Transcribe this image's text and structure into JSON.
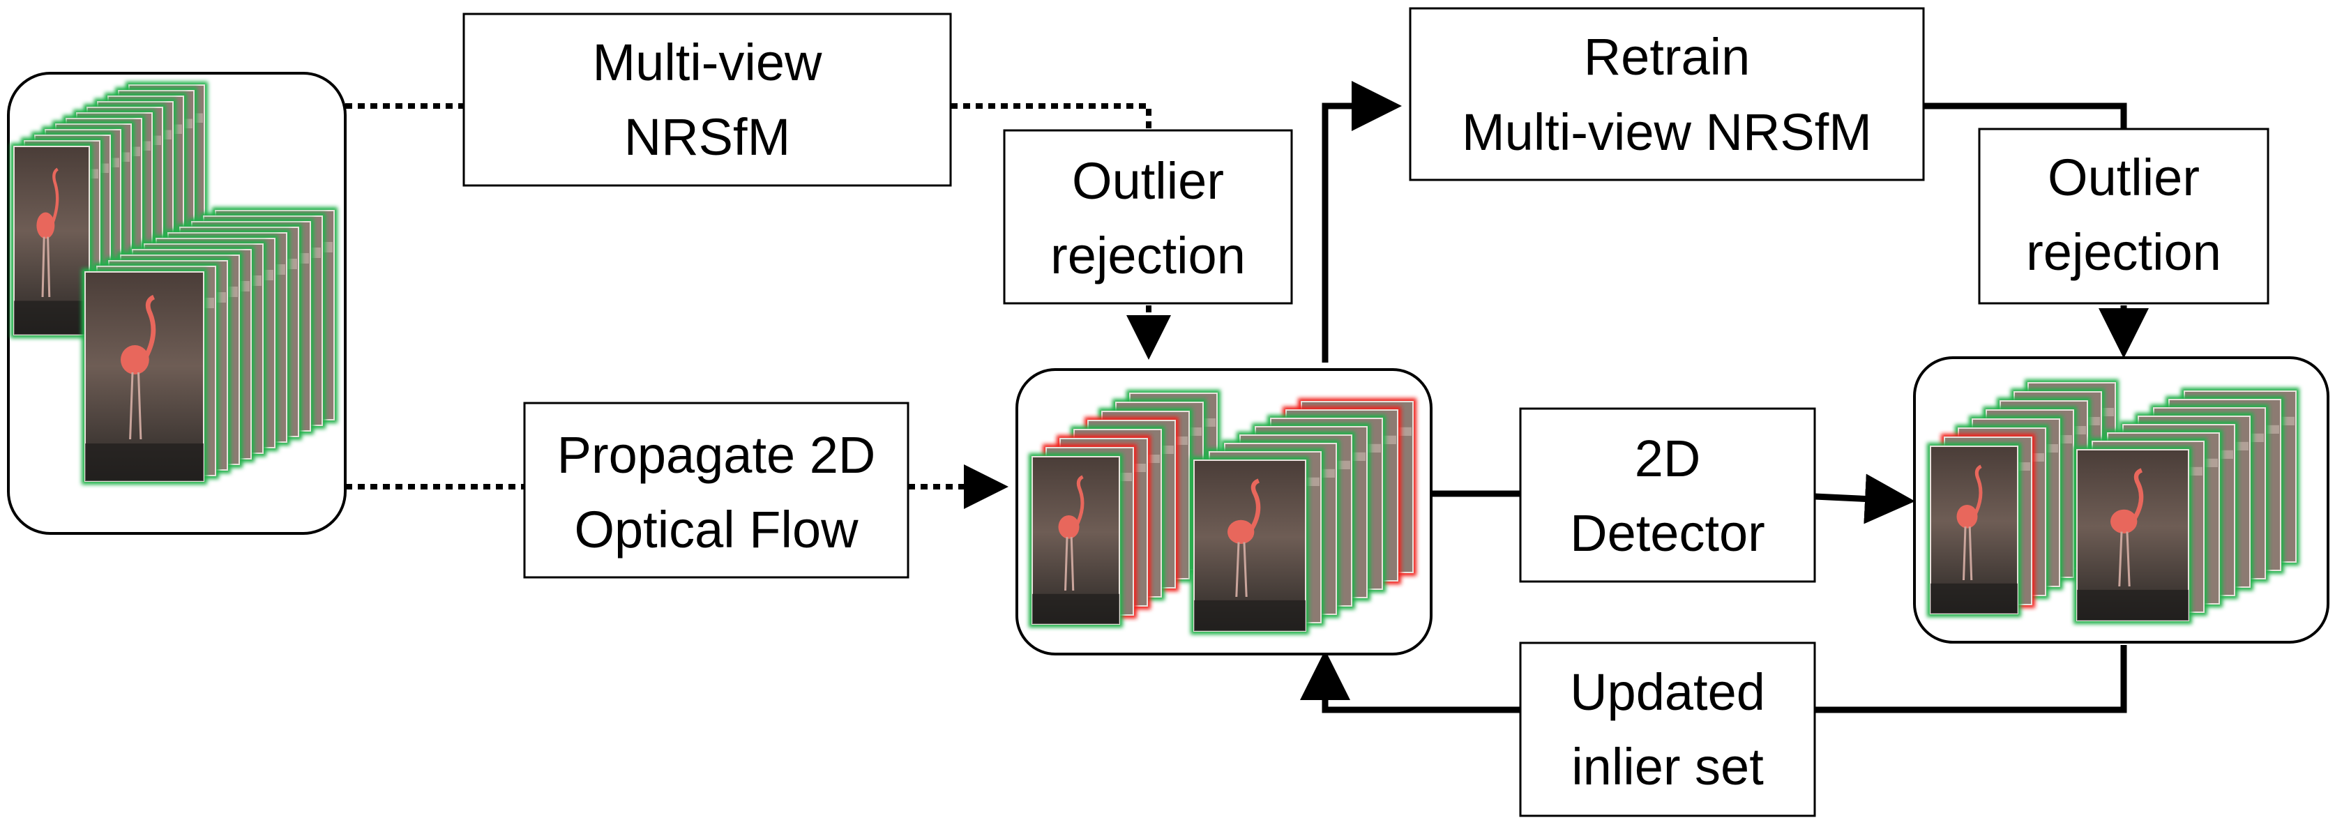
{
  "boxes": {
    "multiview_nrsfm": {
      "line1": "Multi-view",
      "line2": "NRSfM"
    },
    "outlier_rejection_1": {
      "line1": "Outlier",
      "line2": "rejection"
    },
    "propagate_flow": {
      "line1": "Propagate 2D",
      "line2": "Optical Flow"
    },
    "retrain": {
      "line1": "Retrain",
      "line2": "Multi-view NRSfM"
    },
    "outlier_rejection_2": {
      "line1": "Outlier",
      "line2": "rejection"
    },
    "detector": {
      "line1": "2D",
      "line2": "Detector"
    },
    "updated_inliers": {
      "line1": "Updated",
      "line2": "inlier set"
    }
  },
  "colors": {
    "stroke": "#000000",
    "inlier": "#22b14c",
    "outlier": "#f0201c",
    "photo_dark": "#3a3330",
    "photo_mid": "#7a6a62",
    "flamingo": "#e8675c"
  },
  "icons": {
    "input_frames": "frame-stack-icon",
    "propagated_frames": "labeled-frame-stack-icon",
    "refined_frames": "refined-frame-stack-icon"
  }
}
